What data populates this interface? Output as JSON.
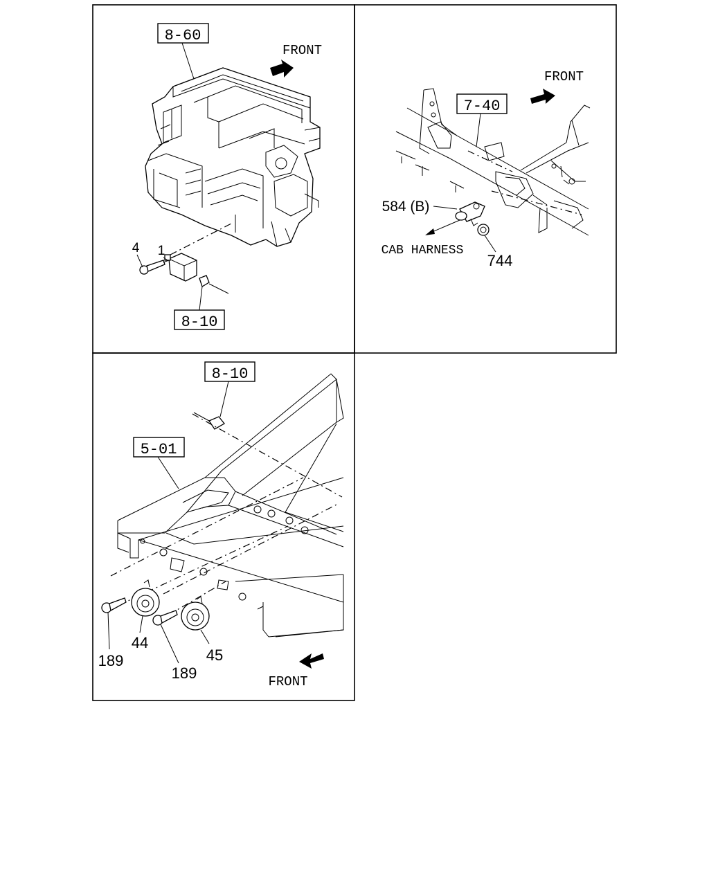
{
  "panels": [
    {
      "refs": [
        "8-60",
        "8-10"
      ],
      "callouts": [
        "1",
        "4"
      ],
      "direction_label": "FRONT"
    },
    {
      "refs": [
        "7-40"
      ],
      "callouts": [
        "584 (B)",
        "744"
      ],
      "direction_label": "FRONT",
      "note": "CAB HARNESS"
    },
    {
      "refs": [
        "8-10",
        "5-01"
      ],
      "callouts": [
        "189",
        "44",
        "189",
        "45"
      ],
      "direction_label": "FRONT"
    }
  ]
}
